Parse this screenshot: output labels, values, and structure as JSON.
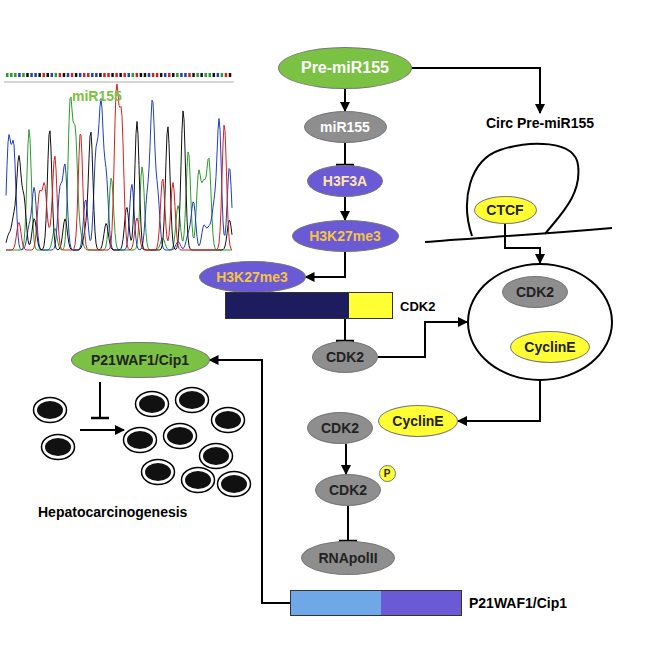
{
  "diagram": {
    "nodes": [
      {
        "text": [
          "Pre-miR155"
        ]
      },
      {
        "text": [
          "miR155"
        ]
      },
      {
        "text": [
          "H3F3A"
        ]
      },
      {
        "text": [
          "H3K27me3"
        ]
      },
      {
        "text": [
          "H3K27me3"
        ]
      },
      {
        "text": [
          "CDK2"
        ]
      },
      {
        "text": [
          "CDK2"
        ]
      },
      {
        "text": [
          "Circ Pre-miR155"
        ]
      },
      {
        "text": [
          "CTCF"
        ]
      },
      {
        "text": []
      },
      {
        "text": [
          "CDK2"
        ],
        "in": 9
      },
      {
        "text": [
          "CyclinE"
        ],
        "in": 9
      },
      {
        "text": [
          "CDK2"
        ]
      },
      {
        "text": [
          "CyclinE"
        ]
      },
      {
        "text": [
          "CDK2"
        ]
      },
      {
        "text": [
          "P"
        ]
      },
      {
        "text": [
          "RNApolII"
        ]
      },
      {
        "text": [
          "P21WAF1/Cip1"
        ]
      },
      {
        "text": [
          "P21WAF1/Cip1"
        ]
      }
    ],
    "edges": [
      {
        "from": 0,
        "to": 1,
        "arrow": "to"
      },
      {
        "from": 1,
        "to": 2,
        "arrow": "none"
      },
      {
        "from": 2,
        "to": 3,
        "arrow": "to"
      },
      {
        "from": 3,
        "to": 4,
        "arrow": "to"
      },
      {
        "from": 5,
        "to": 6,
        "arrow": "none"
      },
      {
        "from": 0,
        "to": 7,
        "arrow": "to"
      },
      {
        "from": 8,
        "to": 9,
        "arrow": "to"
      },
      {
        "from": 6,
        "to": 9,
        "arrow": "to"
      },
      {
        "from": 9,
        "to": 13,
        "arrow": "to"
      },
      {
        "from": 12,
        "to": 14,
        "arrow": "to"
      },
      {
        "from": 14,
        "to": 16,
        "arrow": "none"
      },
      {
        "from": 17,
        "to": 18,
        "arrow": "to"
      }
    ],
    "labels": [
      "miR155",
      "Hepatocarcinogenesis"
    ]
  }
}
